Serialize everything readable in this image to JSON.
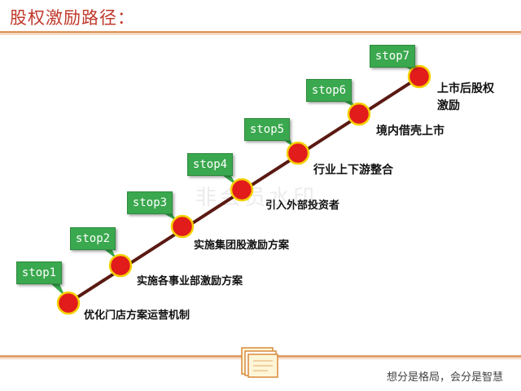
{
  "header": {
    "title": "股权激励路径："
  },
  "watermark": "非会员水印",
  "footer": {
    "slogan": "想分是格局，会分是智慧"
  },
  "colors": {
    "line": "#5a1a12",
    "node": "#e21b1b",
    "node_ring": "#f4d100",
    "label_bg": "#3aa84e",
    "rule": "#e2a06a",
    "title": "#c0392b"
  },
  "steps": [
    {
      "stop": "stop1",
      "text": "优化门店方案运营机制"
    },
    {
      "stop": "stop2",
      "text": "实施各事业部激励方案"
    },
    {
      "stop": "stop3",
      "text": "实施集团股激励方案"
    },
    {
      "stop": "stop4",
      "text": "引入外部投资者"
    },
    {
      "stop": "stop5",
      "text": "行业上下游整合"
    },
    {
      "stop": "stop6",
      "text": "境内借壳上市"
    },
    {
      "stop": "stop7",
      "text_line1": "上市后股权",
      "text_line2": "激励"
    }
  ],
  "icons": {
    "footer": "document-stack-icon"
  }
}
